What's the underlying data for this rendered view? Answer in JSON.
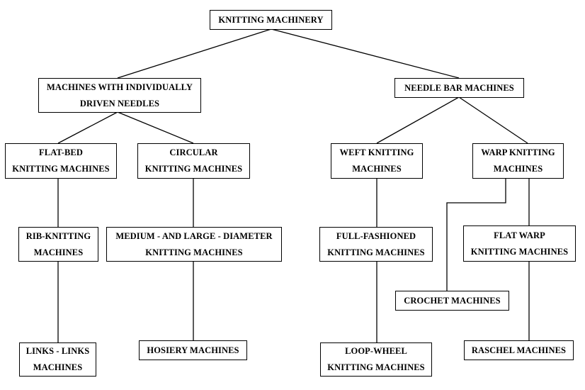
{
  "diagram": {
    "root": "KNITTING MACHINERY",
    "individually_driven": "MACHINES WITH INDIVIDUALLY\nDRIVEN NEEDLES",
    "needle_bar": "NEEDLE BAR MACHINES",
    "flat_bed": "FLAT-BED\nKNITTING MACHINES",
    "circular": "CIRCULAR\nKNITTING MACHINES",
    "weft": "WEFT KNITTING\nMACHINES",
    "warp": "WARP KNITTING\nMACHINES",
    "rib": "RIB-KNITTING\nMACHINES",
    "medium_large": "MEDIUM - AND LARGE - DIAMETER\nKNITTING MACHINES",
    "full_fashioned": "FULL-FASHIONED\nKNITTING MACHINES",
    "flat_warp": "FLAT WARP\nKNITTING MACHINES",
    "crochet": "CROCHET MACHINES",
    "links_links": "LINKS - LINKS\nMACHINES",
    "hosiery": "HOSIERY MACHINES",
    "loop_wheel": "LOOP-WHEEL\nKNITTING MACHINES",
    "raschel": "RASCHEL MACHINES"
  }
}
